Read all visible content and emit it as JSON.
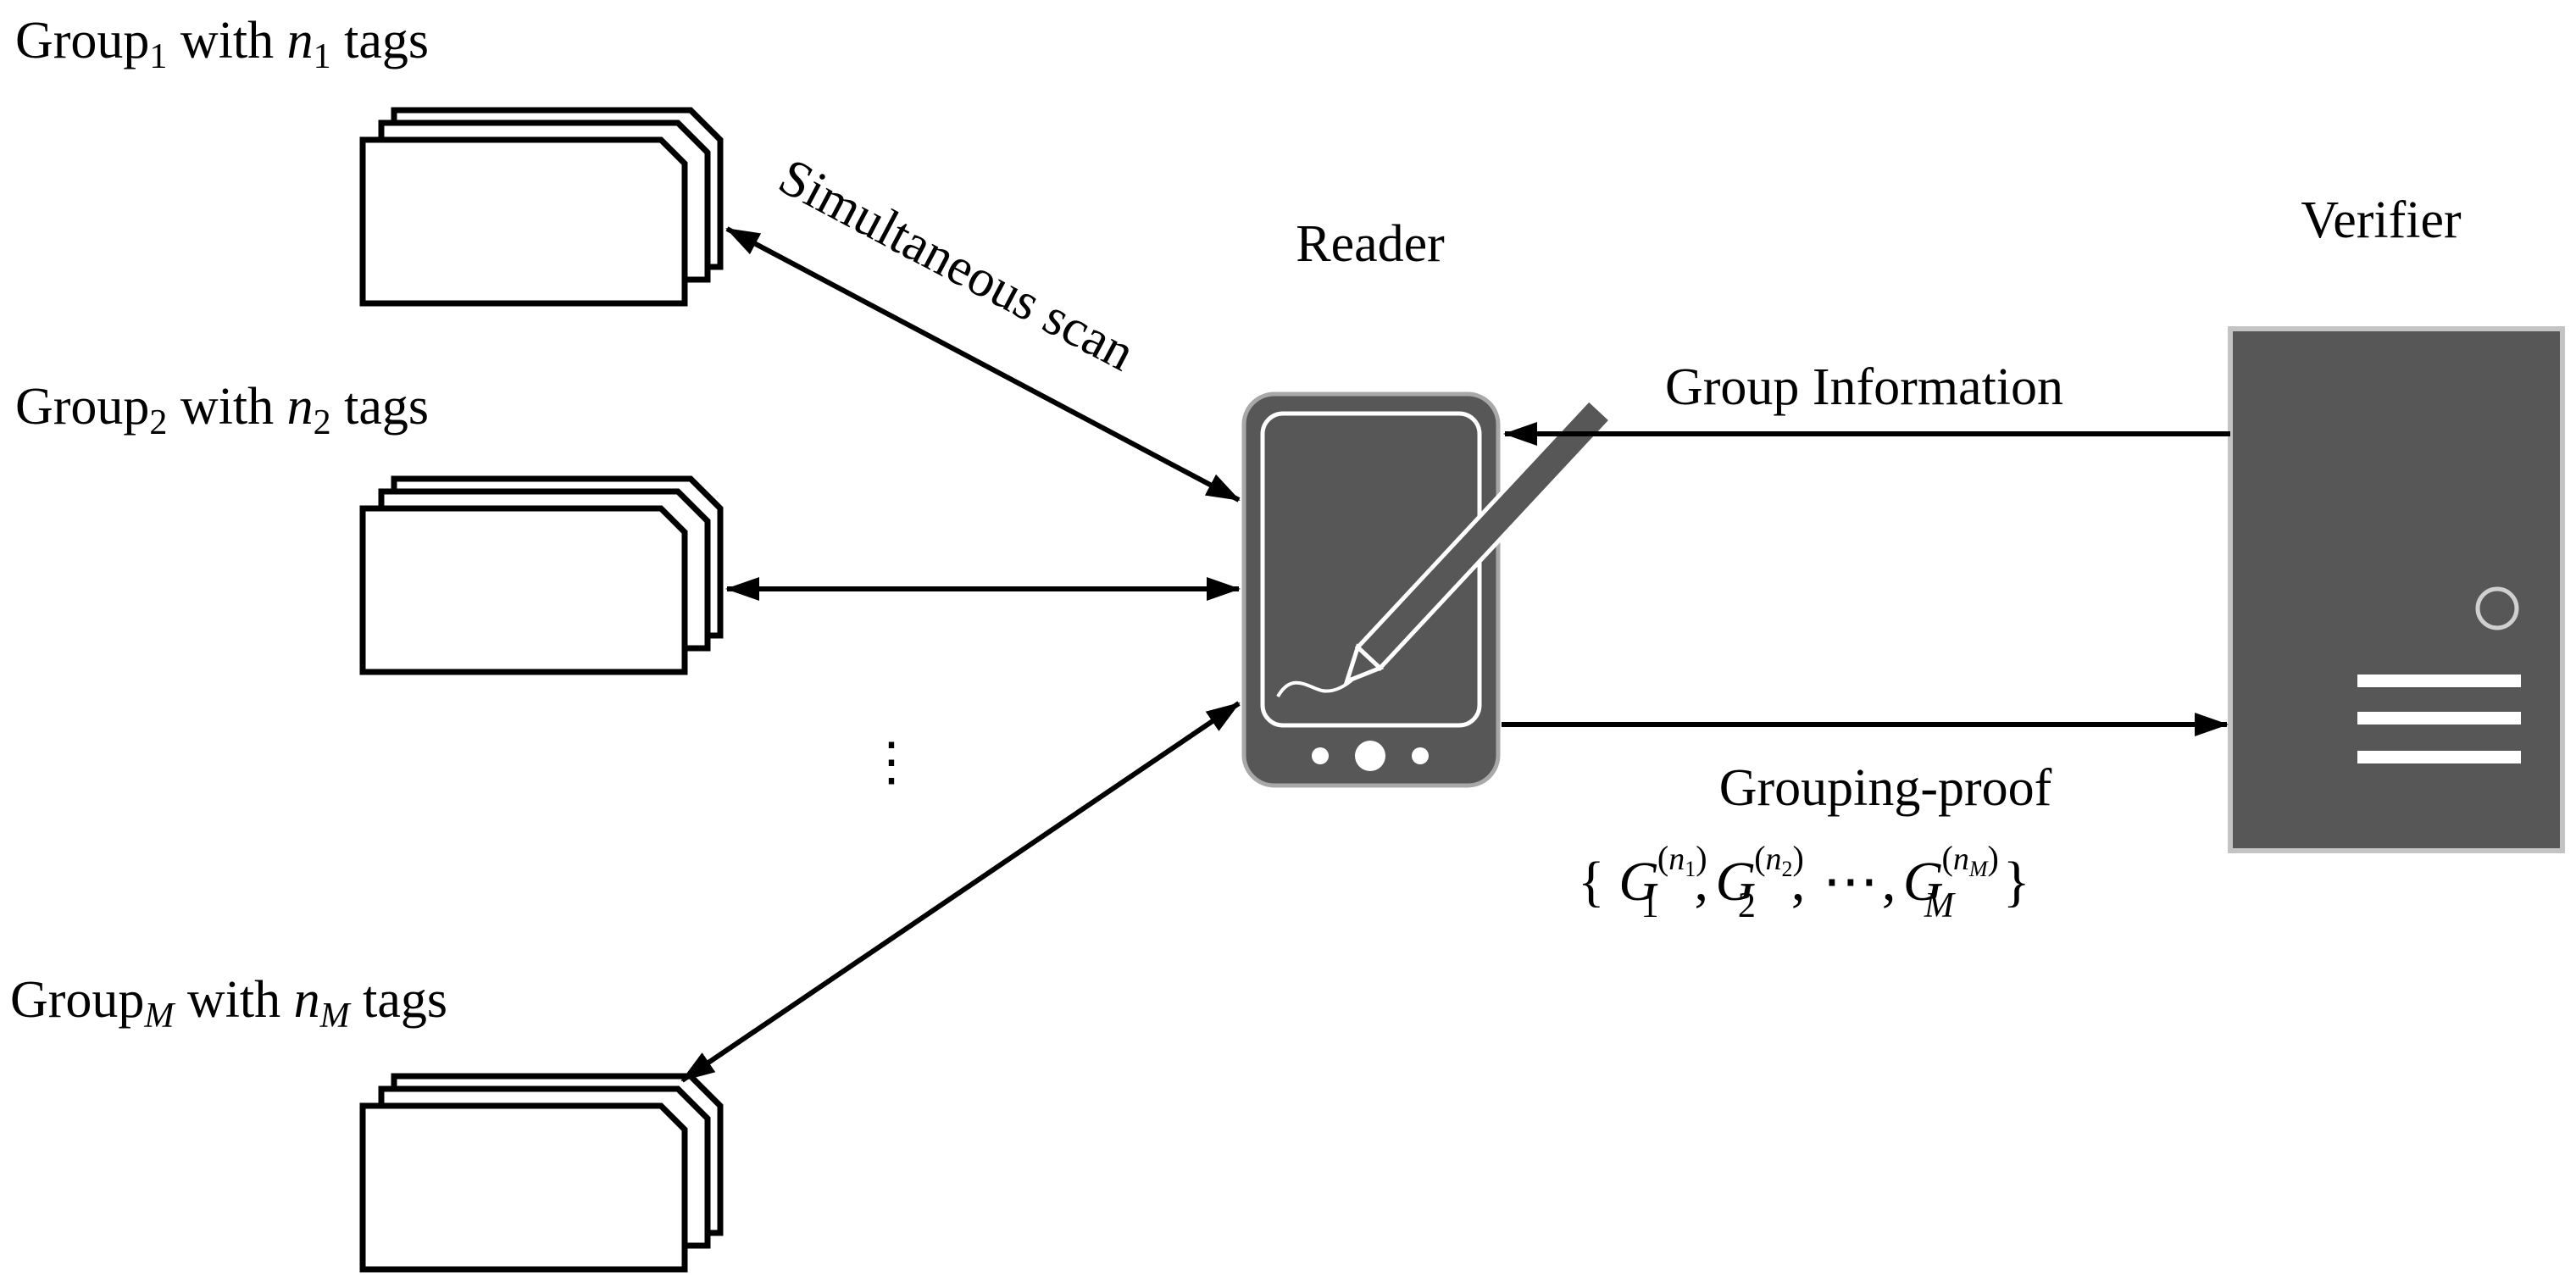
{
  "groups": [
    {
      "prefix": "Group",
      "sub": "1",
      "middle": " with ",
      "var": "n",
      "var_sub": "1",
      "suffix": " tags"
    },
    {
      "prefix": "Group",
      "sub": "2",
      "middle": " with ",
      "var": "n",
      "var_sub": "2",
      "suffix": " tags"
    },
    {
      "prefix": "Group",
      "sub": "M",
      "middle": " with ",
      "var": "n",
      "var_sub": "M",
      "suffix": " tags"
    }
  ],
  "ellipsis": "⋮",
  "reader": {
    "label": "Reader"
  },
  "verifier": {
    "label": "Verifier"
  },
  "edges": {
    "scan_label": "Simultaneous scan",
    "group_info_label": "Group Information",
    "proof_label": "Grouping-proof"
  },
  "proof_formula": {
    "open": "{",
    "G": "G",
    "n": "n",
    "sub1": "1",
    "sub2": "2",
    "subM": "M",
    "lp": "(",
    "rp": ")",
    "comma": ",",
    "dots": "⋯",
    "close": "}"
  },
  "colors": {
    "device": "#575757",
    "device_border": "#8a8a8a",
    "screen_line": "#ffffff",
    "server": "#575757",
    "server_border": "#b7b7b7",
    "line": "#000000"
  },
  "icons": {
    "tag_stack": "tag-stack-icon",
    "reader": "handheld-reader-icon",
    "stylus": "stylus-icon",
    "server": "server-icon"
  }
}
